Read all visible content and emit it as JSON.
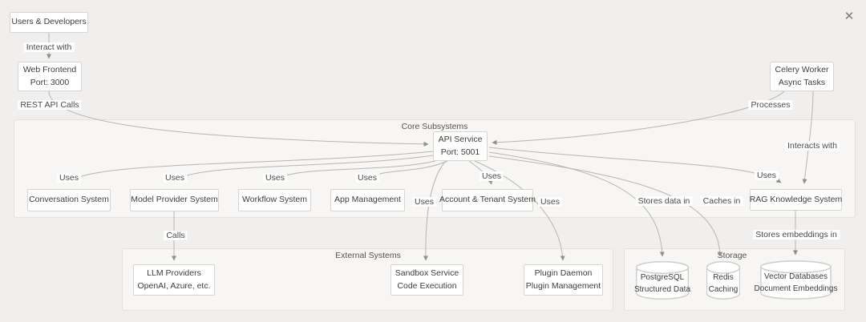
{
  "window": {
    "close_icon": "✕"
  },
  "colors": {
    "page_background": "#f0efed",
    "cluster_fill": "#f7f6f4",
    "cluster_border": "#e4e2de",
    "node_fill": "#ffffff",
    "node_border": "#d7d5d0",
    "edge_stroke": "#b7b5b0",
    "text": "#3e3d3a"
  },
  "clusters": {
    "core": {
      "label": "Core Subsystems"
    },
    "external": {
      "label": "External Systems"
    },
    "storage": {
      "label": "Storage"
    }
  },
  "nodes": {
    "users": {
      "label": "Users & Developers"
    },
    "web_frontend": {
      "line1": "Web Frontend",
      "line2": "Port: 3000"
    },
    "celery_worker": {
      "line1": "Celery Worker",
      "line2": "Async Tasks"
    },
    "api_service": {
      "line1": "API Service",
      "line2": "Port: 5001"
    },
    "conversation": {
      "label": "Conversation System"
    },
    "model_provider": {
      "label": "Model Provider System"
    },
    "workflow": {
      "label": "Workflow System"
    },
    "app_management": {
      "label": "App Management"
    },
    "account_tenant": {
      "label": "Account & Tenant System"
    },
    "rag": {
      "label": "RAG Knowledge System"
    },
    "llm_providers": {
      "line1": "LLM Providers",
      "line2": "OpenAI, Azure, etc."
    },
    "sandbox": {
      "line1": "Sandbox Service",
      "line2": "Code Execution"
    },
    "plugin_daemon": {
      "line1": "Plugin Daemon",
      "line2": "Plugin Management"
    },
    "postgresql": {
      "line1": "PostgreSQL",
      "line2": "Structured Data"
    },
    "redis": {
      "line1": "Redis",
      "line2": "Caching"
    },
    "vector_db": {
      "line1": "Vector Databases",
      "line2": "Document Embeddings"
    }
  },
  "edge_labels": {
    "interact_with": "Interact with",
    "rest_api_calls": "REST API Calls",
    "processes": "Processes",
    "interacts_with": "Interacts with",
    "uses": "Uses",
    "calls": "Calls",
    "stores_data_in": "Stores data in",
    "caches_in": "Caches in",
    "stores_embeddings_in": "Stores embeddings in"
  }
}
